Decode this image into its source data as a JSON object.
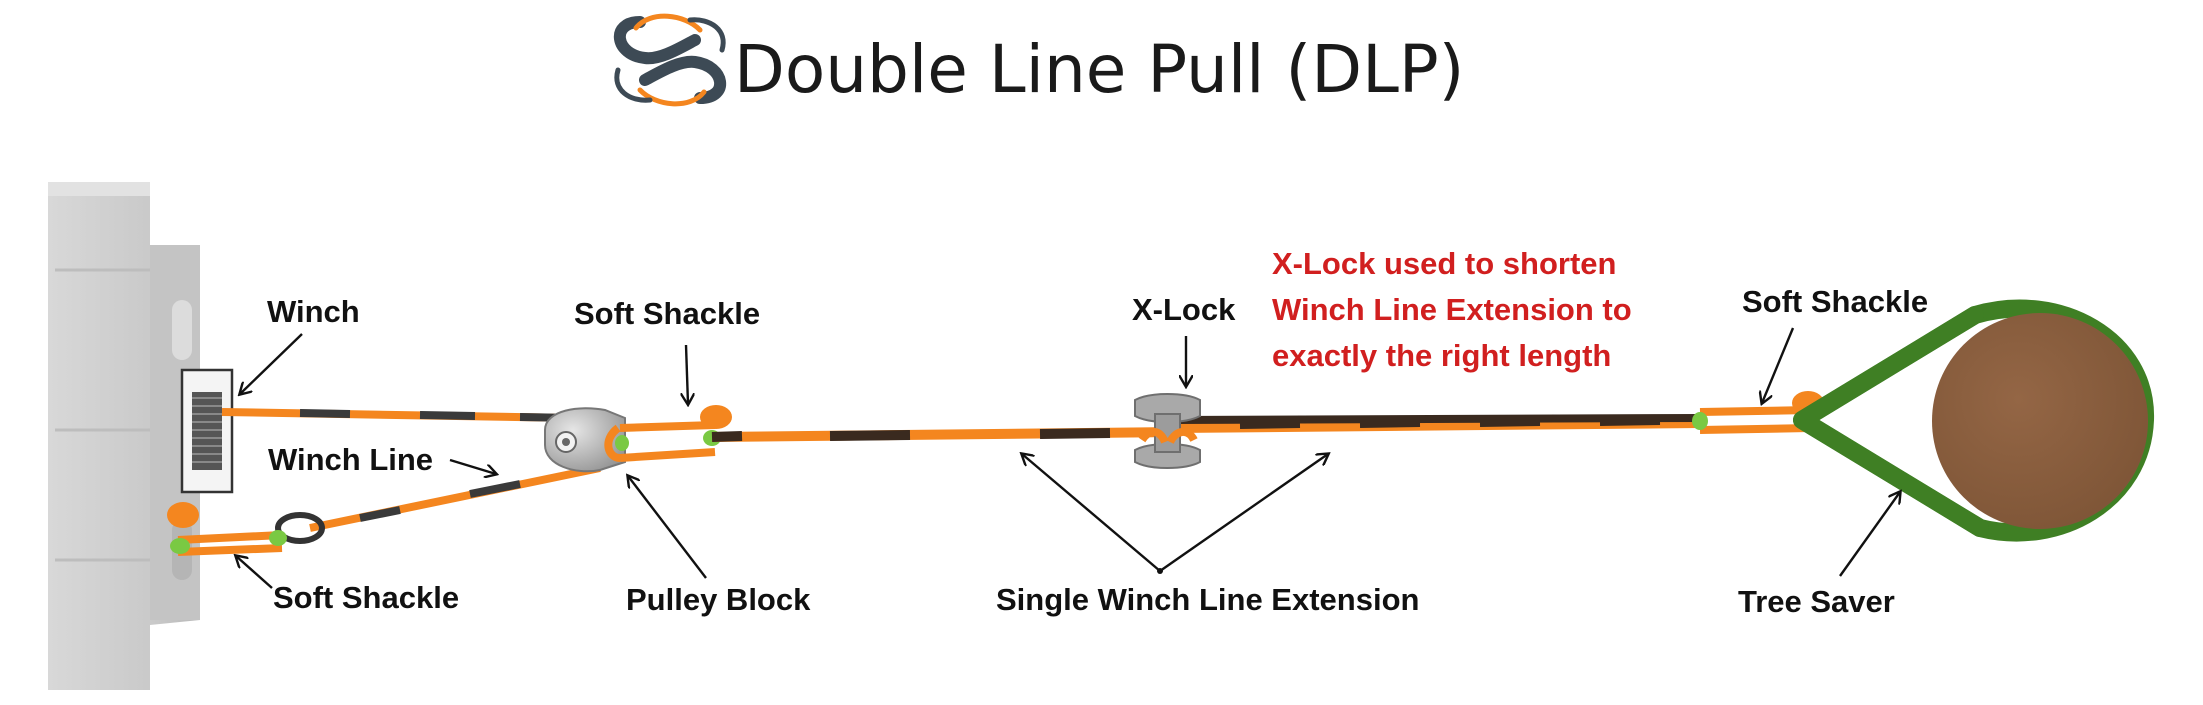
{
  "title": "Double Line Pull (DLP)",
  "logo": {
    "icon": "xlock-logo-icon"
  },
  "labels": {
    "winch": "Winch",
    "soft_shackle_pulley": "Soft Shackle",
    "x_lock": "X-Lock",
    "soft_shackle_tree": "Soft Shackle",
    "winch_line": "Winch Line",
    "soft_shackle_anchor": "Soft Shackle",
    "pulley_block": "Pulley Block",
    "single_winch_line_extension": "Single Winch Line Extension",
    "tree_saver": "Tree Saver"
  },
  "note": {
    "lines": [
      "X-Lock used to shorten",
      "Winch Line Extension to",
      "exactly the right length"
    ],
    "color": "#d11f1f"
  },
  "colors": {
    "rope_orange": "#f4861f",
    "rope_dark": "#3a2a1f",
    "shackle_green": "#7ac943",
    "tree_saver_green": "#3f7f24",
    "tree_brown": "#8b5e3c",
    "vehicle_gray": "#cfcfcf",
    "pulley_gray": "#a9a9a9"
  }
}
